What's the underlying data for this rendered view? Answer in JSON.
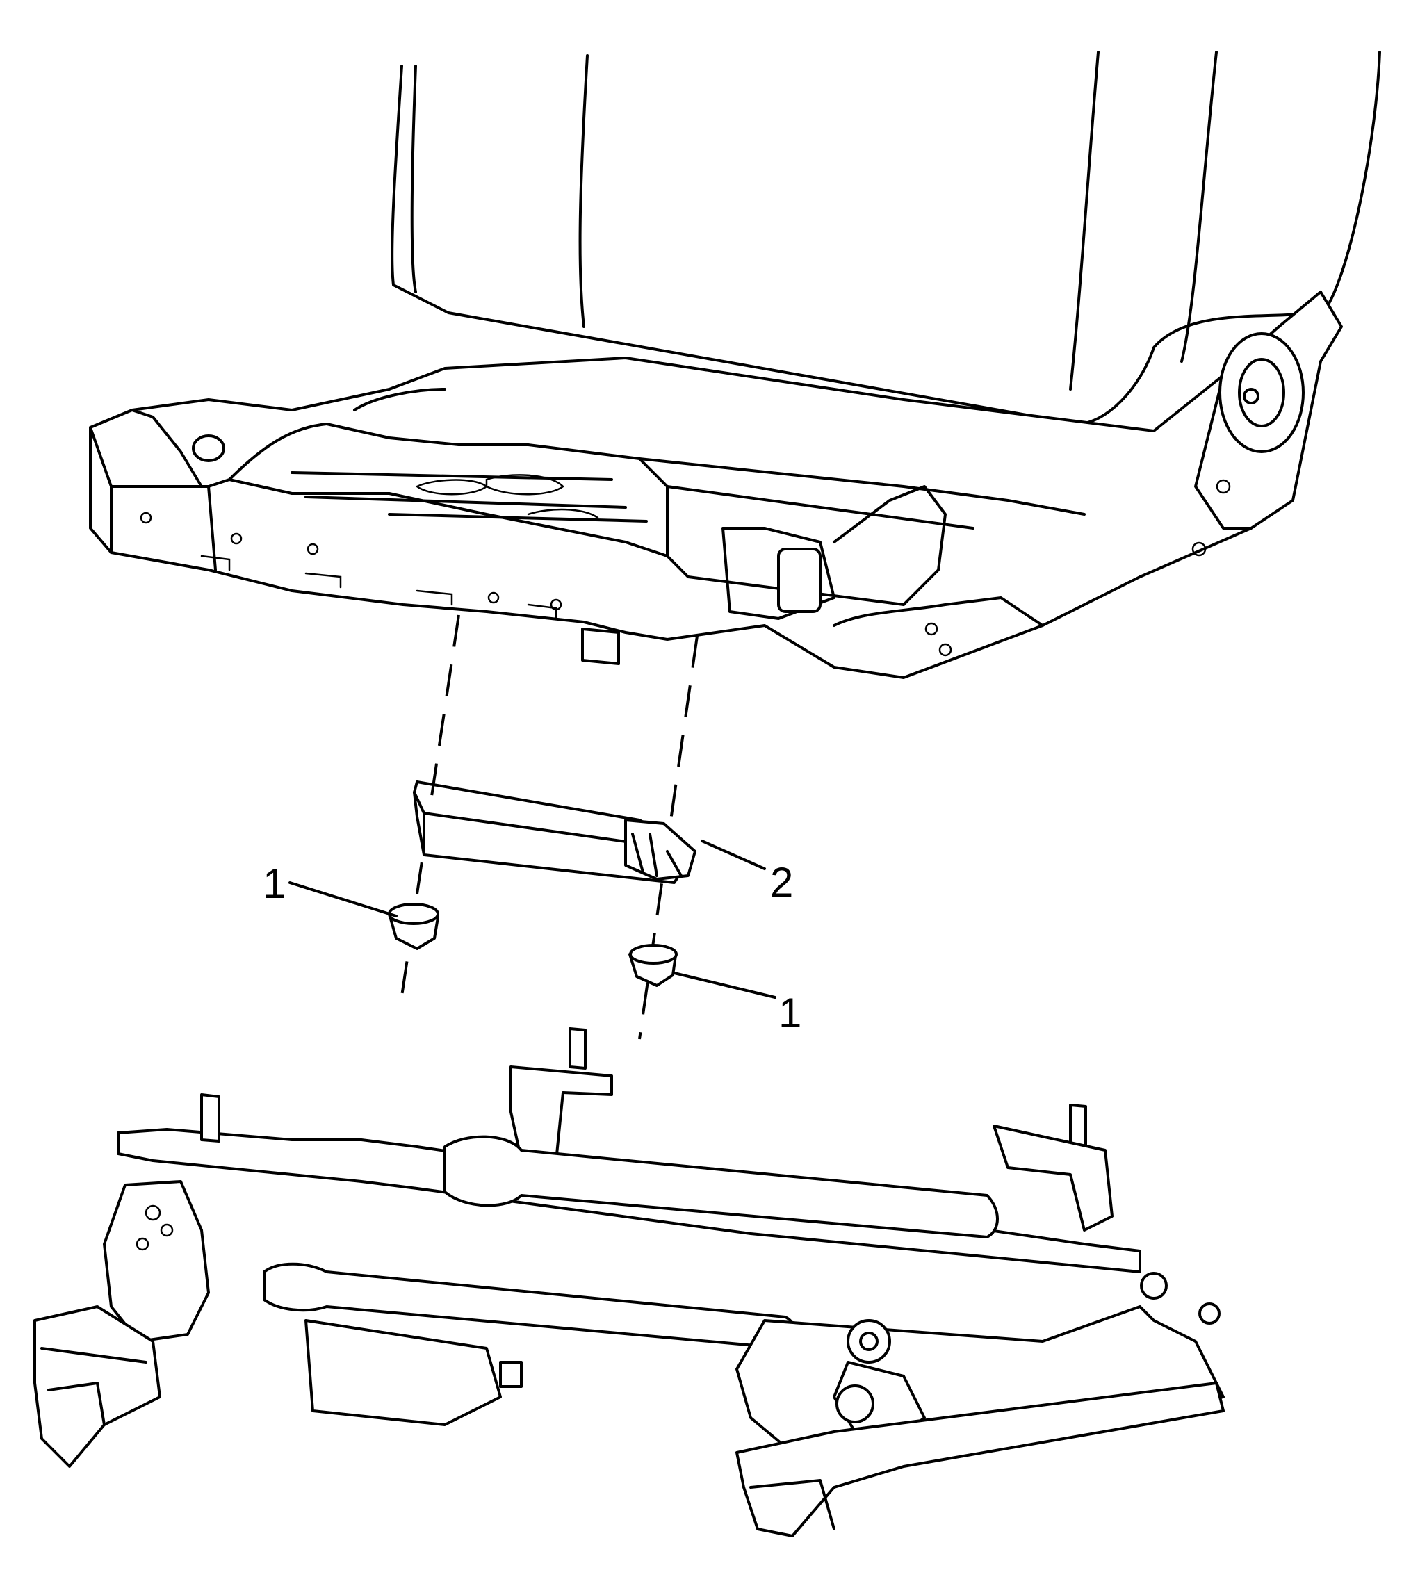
{
  "callouts": [
    {
      "id": "nut-left",
      "label": "1"
    },
    {
      "id": "bracket",
      "label": "2"
    },
    {
      "id": "nut-right",
      "label": "1"
    }
  ]
}
